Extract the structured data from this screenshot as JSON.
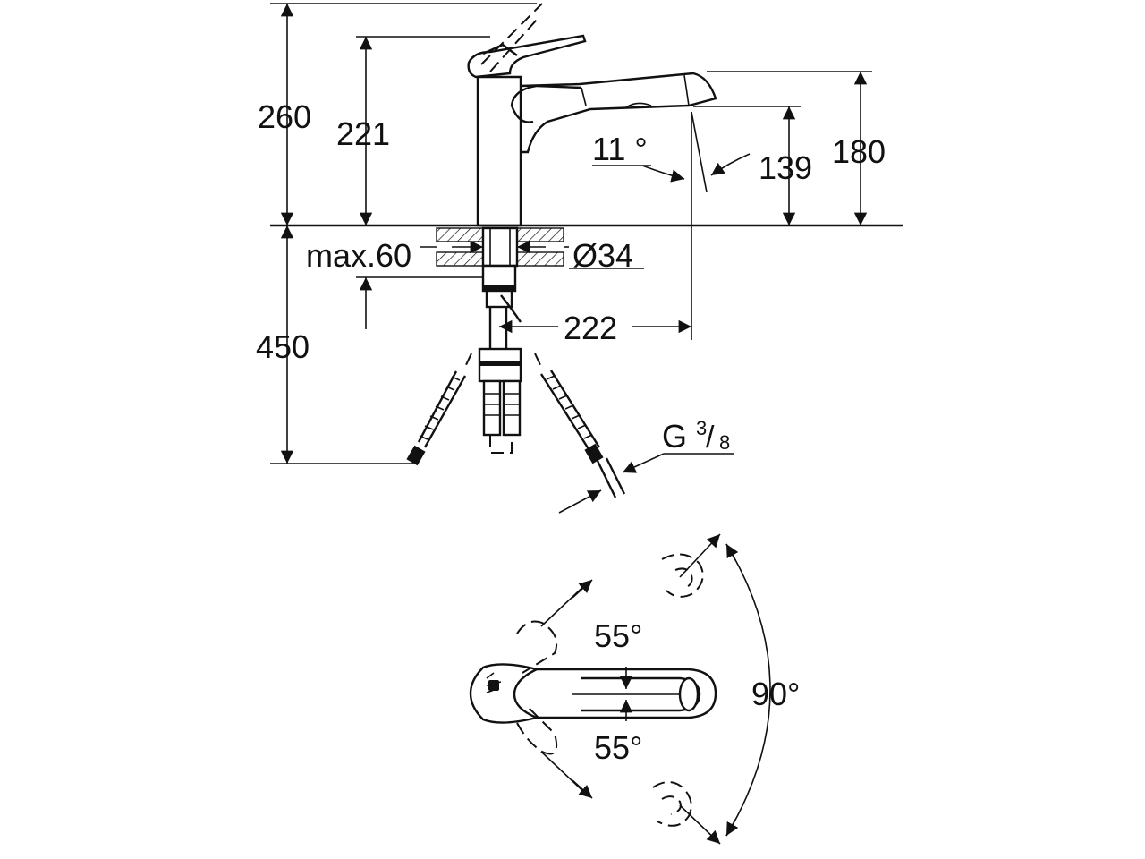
{
  "drawing": {
    "side_view": {
      "dimensions": {
        "total_height": "260",
        "lever_height": "221",
        "spout_height": "180",
        "outlet_height": "139",
        "spout_angle": "11 °",
        "max_deck_thickness": "max.60",
        "hole_diameter": "Ø34",
        "projection": "222",
        "hose_length": "450"
      },
      "connection": {
        "thread_letter": "G",
        "thread_numerator": "3",
        "thread_denominator": "8"
      }
    },
    "top_view": {
      "angles": {
        "lever_up": "55°",
        "lever_down": "55°",
        "rotation": "90°"
      }
    }
  }
}
